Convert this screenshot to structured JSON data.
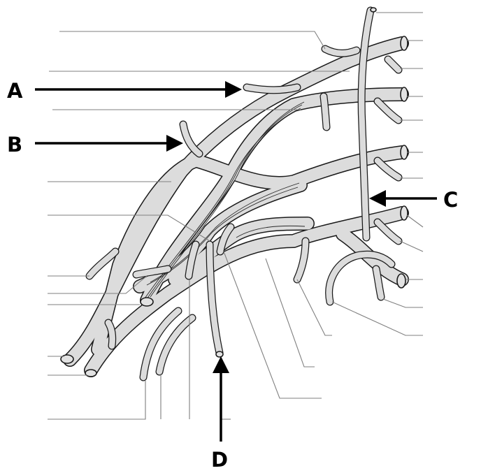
{
  "diagram": {
    "labels": {
      "A": "A",
      "B": "B",
      "C": "C",
      "D": "D"
    },
    "colors": {
      "nerve_fill": "#dcdcdc",
      "outline": "#1a1a1a",
      "leader_line": "#7f7f7f",
      "arrow": "#000000"
    }
  }
}
